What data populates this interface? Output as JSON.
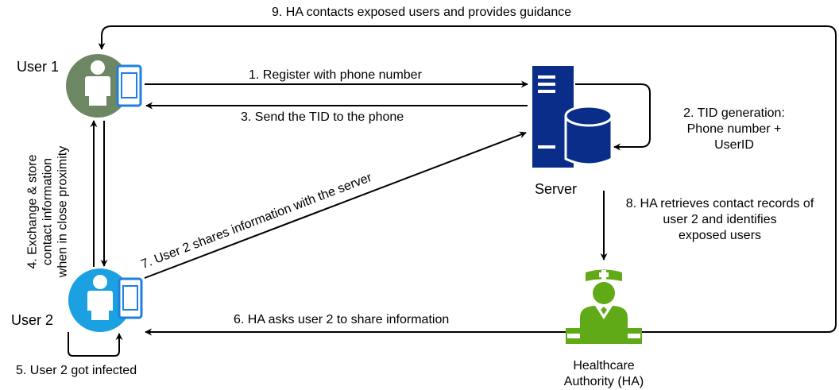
{
  "nodes": {
    "user1": "User 1",
    "user2": "User 2",
    "server": "Server",
    "ha_line1": "Healthcare",
    "ha_line2": "Authority (HA)"
  },
  "steps": {
    "s1": "1. Register with phone number",
    "s2_line1": "2. TID generation:",
    "s2_line2": "Phone number +",
    "s2_line3": "UserID",
    "s3": "3. Send the TID to the phone",
    "s4_line1": "4. Exchange & store",
    "s4_line2": "contact information",
    "s4_line3": "when in close proximity",
    "s5": "5. User 2 got infected",
    "s6": "6. HA asks user 2 to share information",
    "s7": "7. User 2 shares information with the server",
    "s8_line1": "8. HA retrieves contact records of",
    "s8_line2": "user 2 and identifies",
    "s8_line3": "exposed users",
    "s9": "9. HA contacts exposed users and provides guidance"
  },
  "colors": {
    "user1_circle": "#6d8764",
    "user2_circle": "#1ba1e2",
    "phone": "#1f7fe0",
    "server": "#0a2d8a",
    "ha": "#60a917"
  },
  "icons": [
    "user-icon",
    "phone-icon",
    "server-icon",
    "database-icon",
    "nurse-icon"
  ]
}
